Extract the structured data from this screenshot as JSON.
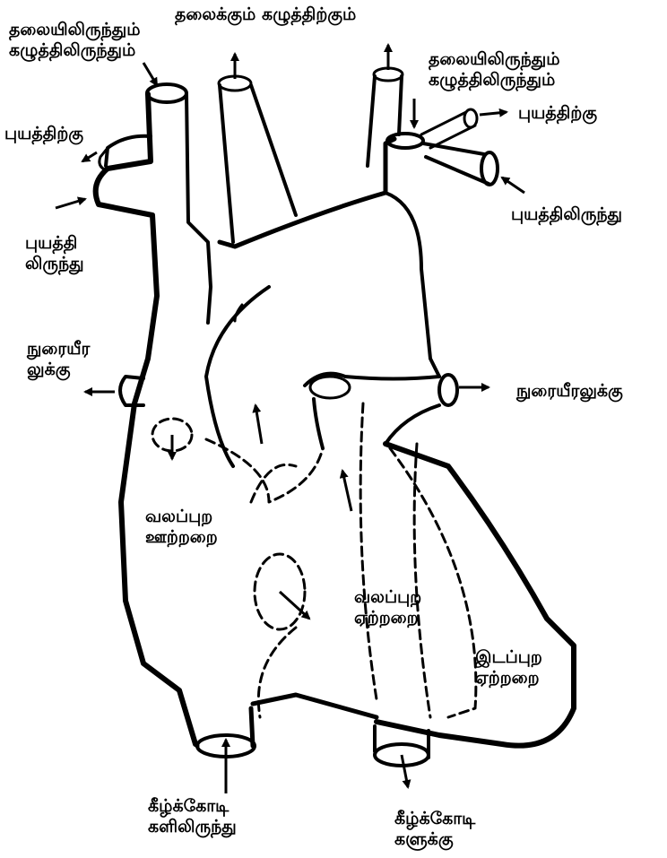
{
  "labels": {
    "head_neck_to": "தலைக்கும் கழுத்திற்கும்",
    "head_neck_from_left": [
      "தலையிலிருந்தும்",
      "கழுத்திலிருந்தும்"
    ],
    "head_neck_from_right": [
      "தலையிலிருந்தும்",
      "கழுத்திலிருந்தும்"
    ],
    "arm_to_left": "புயத்திற்கு",
    "arm_to_right": "புயத்திற்கு",
    "arm_from_left": [
      "புயத்தி",
      "லிருந்து"
    ],
    "arm_from_right": "புயத்திலிருந்து",
    "lung_to_left": [
      "நுரையீர",
      "லுக்கு"
    ],
    "lung_to_right": "நுரையீரலுக்கு",
    "right_atrium": [
      "வலப்புற",
      "ஊற்றறை"
    ],
    "right_ventricle": [
      "வலப்புற",
      "ஏற்றறை"
    ],
    "left_ventricle": [
      "இடப்புற",
      "ஏற்றறை"
    ],
    "lower_limbs_from": [
      "கீழ்க்கோடி",
      "களிலிருந்து"
    ],
    "lower_limbs_to": [
      "கீழ்க்கோடி",
      "களுக்கு"
    ]
  }
}
